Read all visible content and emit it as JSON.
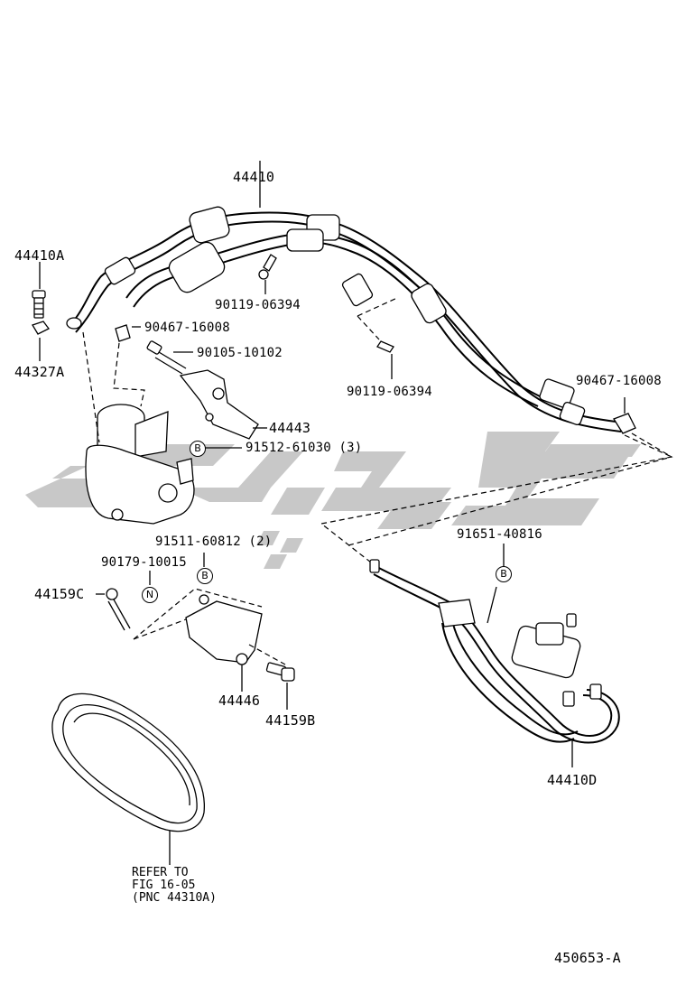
{
  "diagram": {
    "figure_code": "450653-A",
    "watermark_colors": {
      "fill": "#c8c8c8"
    },
    "circle_markers": {
      "b": "B",
      "n": "N"
    },
    "parts": [
      {
        "id": "p44410",
        "label": "44410"
      },
      {
        "id": "p44410A",
        "label": "44410A"
      },
      {
        "id": "p44327A",
        "label": "44327A"
      },
      {
        "id": "p90467a",
        "label": "90467-16008"
      },
      {
        "id": "p90119a",
        "label": "90119-06394"
      },
      {
        "id": "p90105",
        "label": "90105-10102"
      },
      {
        "id": "p90119b",
        "label": "90119-06394"
      },
      {
        "id": "p90467b",
        "label": "90467-16008"
      },
      {
        "id": "p44443",
        "label": "44443"
      },
      {
        "id": "p91512",
        "label": "91512-61030 (3)"
      },
      {
        "id": "p91511",
        "label": "91511-60812 (2)"
      },
      {
        "id": "p90179",
        "label": "90179-10015"
      },
      {
        "id": "p91651",
        "label": "91651-40816"
      },
      {
        "id": "p44159C",
        "label": "44159C"
      },
      {
        "id": "p44446",
        "label": "44446"
      },
      {
        "id": "p44159B",
        "label": "44159B"
      },
      {
        "id": "p44410D",
        "label": "44410D"
      }
    ],
    "refer_note": "REFER TO\nFIG 16-05\n(PNC 44310A)"
  }
}
